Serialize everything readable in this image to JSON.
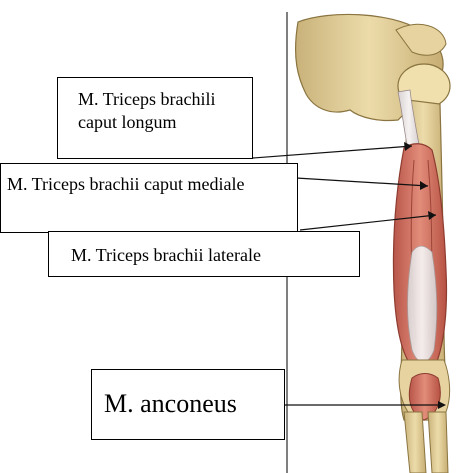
{
  "labels": {
    "longum": "M. Triceps brachili caput longum",
    "mediale": "M. Triceps brachii caput mediale",
    "laterale": "M. Triceps brachii laterale",
    "anconeus": "M. anconeus"
  }
}
